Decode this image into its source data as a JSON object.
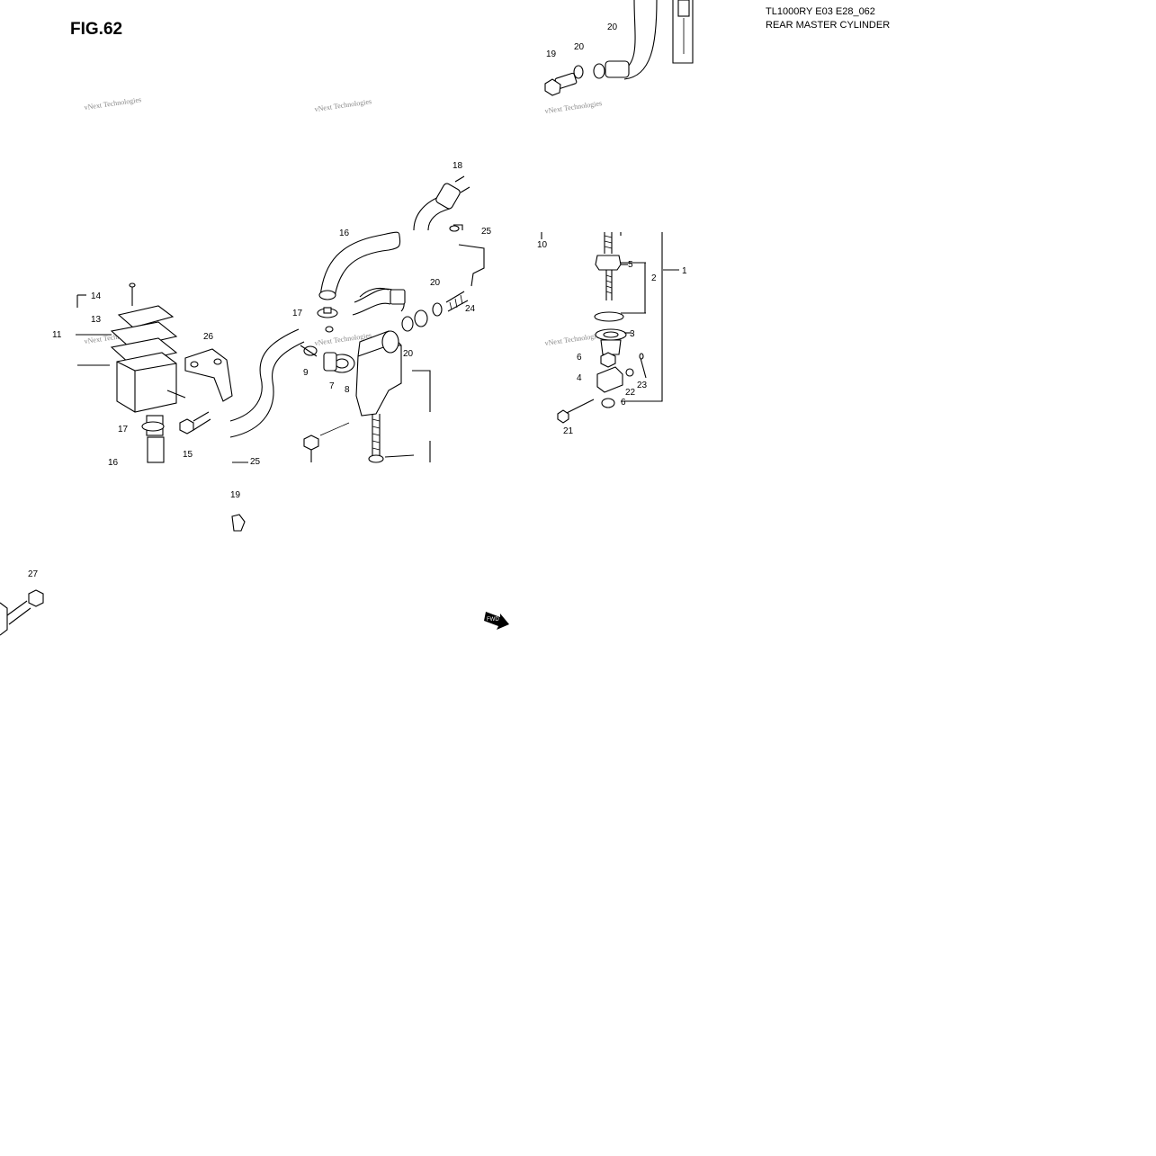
{
  "header": {
    "figure": "FIG.62",
    "model_code": "TL1000RY E03 E28_062",
    "assembly_name": "REAR MASTER CYLINDER"
  },
  "watermark": {
    "text": "vNext Technologies"
  },
  "fwd_label": "FWD",
  "callouts": {
    "c1": "1",
    "c2": "2",
    "c3": "3",
    "c4": "4",
    "c5": "5",
    "c6a": "6",
    "c6b": "6",
    "c7": "7",
    "c8": "8",
    "c9": "9",
    "c10": "10",
    "c11": "11",
    "c13": "13",
    "c14": "14",
    "c15": "15",
    "c16a": "16",
    "c16b": "16",
    "c17a": "17",
    "c17b": "17",
    "c18": "18",
    "c19a": "19",
    "c19b": "19",
    "c20a": "20",
    "c20b": "20",
    "c20c": "20",
    "c20d": "20",
    "c21": "21",
    "c22": "22",
    "c23": "23",
    "c24": "24",
    "c25a": "25",
    "c25b": "25",
    "c26": "26",
    "c27": "27"
  }
}
